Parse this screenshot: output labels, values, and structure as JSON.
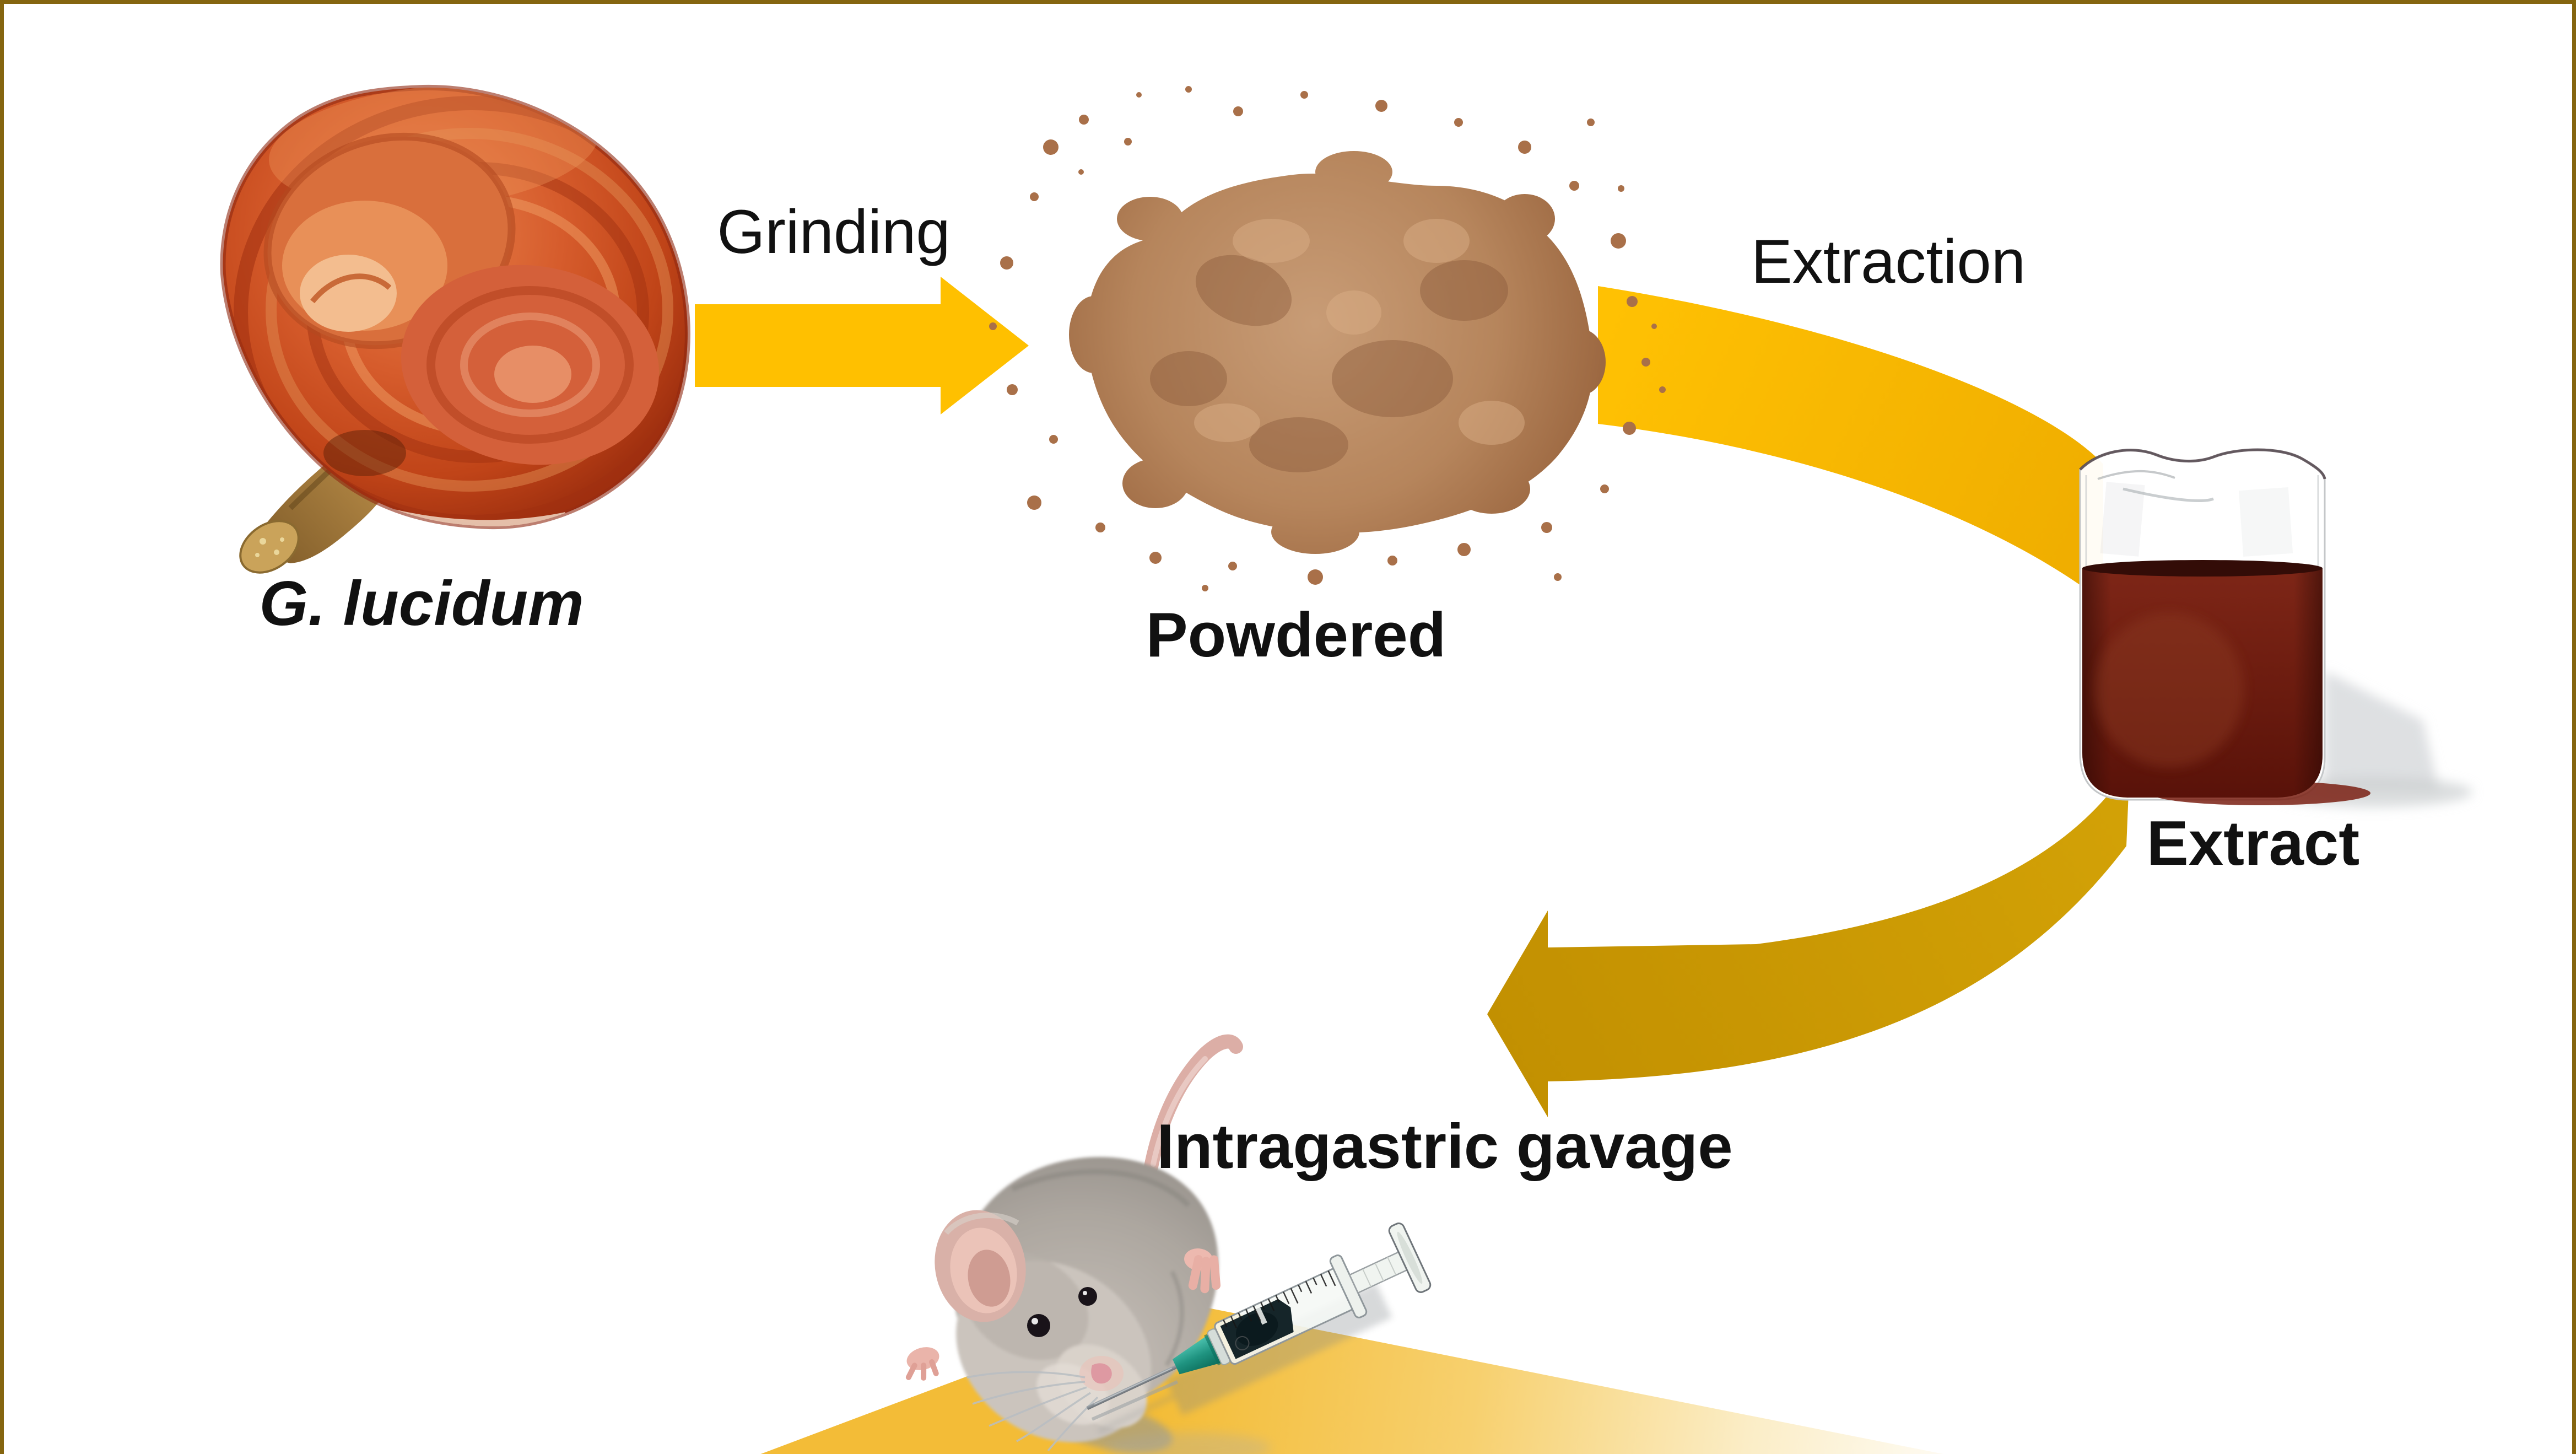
{
  "figure": {
    "type": "process-flow-figure",
    "background": "#FFFFFF",
    "border_color": "#85650F"
  },
  "nodes": [
    {
      "id": "mushroom",
      "label": "G. lucidum",
      "label_style": "bold-italic",
      "illustration": "reishi-mushroom-photo"
    },
    {
      "id": "powder",
      "label": "Powdered",
      "label_style": "bold",
      "illustration": "brown-powder-pile-photo"
    },
    {
      "id": "extract",
      "label": "Extract",
      "label_style": "bold",
      "illustration": "beaker-dark-red-extract-photo"
    },
    {
      "id": "mouse",
      "label": "Intragastric gavage",
      "label_style": "bold",
      "illustration": "mouse-and-gavage-syringe-photo"
    }
  ],
  "arrows": [
    {
      "id": "grinding",
      "label": "Grinding",
      "from": "mushroom",
      "to": "powder",
      "shape": "straight-block-arrow",
      "color": "#FFC000"
    },
    {
      "id": "extraction",
      "label": "Extraction",
      "from": "powder",
      "to": "extract",
      "shape": "curved-band",
      "color": "#FFC000"
    },
    {
      "id": "gavage",
      "label": "",
      "from": "extract",
      "to": "mouse",
      "shape": "curved-band-arrowhead",
      "color": "#C79302"
    }
  ],
  "palette": {
    "arrow_yellow": "#FFC000",
    "arrow_dark_gold": "#C79302",
    "beam_yellow": "#F5C445",
    "powder_brown": "#B07E56",
    "mushroom_red": "#C2441E",
    "extract_liquid": "#6B1B10",
    "mouse_gray": "#B3AEA8",
    "needle_hub_teal": "#1F9380",
    "text_color": "#111111"
  }
}
